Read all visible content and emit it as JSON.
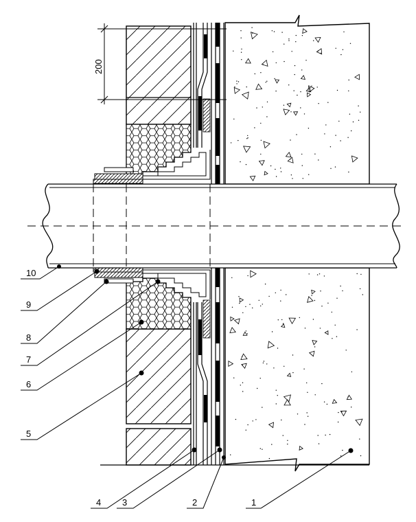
{
  "drawing": {
    "dimension": "200",
    "callouts": [
      {
        "id": "c1",
        "label": "1"
      },
      {
        "id": "c2",
        "label": "2"
      },
      {
        "id": "c3",
        "label": "3"
      },
      {
        "id": "c4",
        "label": "4"
      },
      {
        "id": "c5",
        "label": "5"
      },
      {
        "id": "c6",
        "label": "6"
      },
      {
        "id": "c7",
        "label": "7"
      },
      {
        "id": "c8",
        "label": "8"
      },
      {
        "id": "c9",
        "label": "9"
      },
      {
        "id": "c10",
        "label": "10"
      }
    ]
  }
}
